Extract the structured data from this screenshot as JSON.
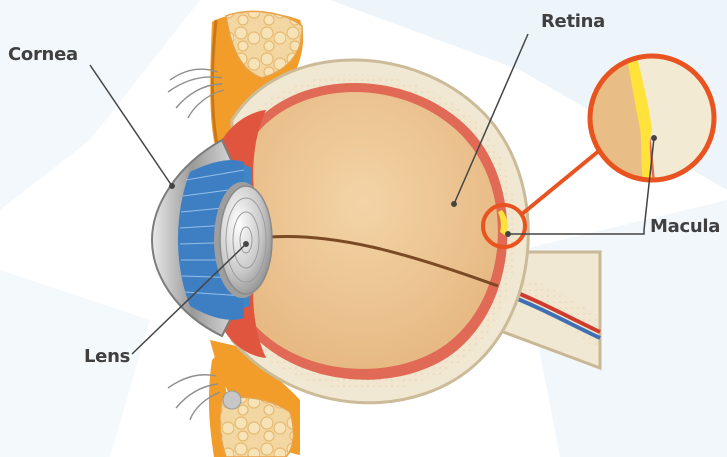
{
  "diagram": {
    "labels": {
      "cornea": "Cornea",
      "retina": "Retina",
      "macula": "Macula",
      "lens": "Lens"
    },
    "colors": {
      "background_light": "#eef5fb",
      "sclera": "#f0e8d2",
      "retina_red": "#e06a55",
      "vitreous": "#edc795",
      "fat_orange": "#f29d2a",
      "lens_gray": "#bdbdbd",
      "iris_blue": "#3f86c7",
      "macula_yellow": "#ffe23a",
      "callout_orange": "#e8531f",
      "label_text": "#404040"
    }
  }
}
